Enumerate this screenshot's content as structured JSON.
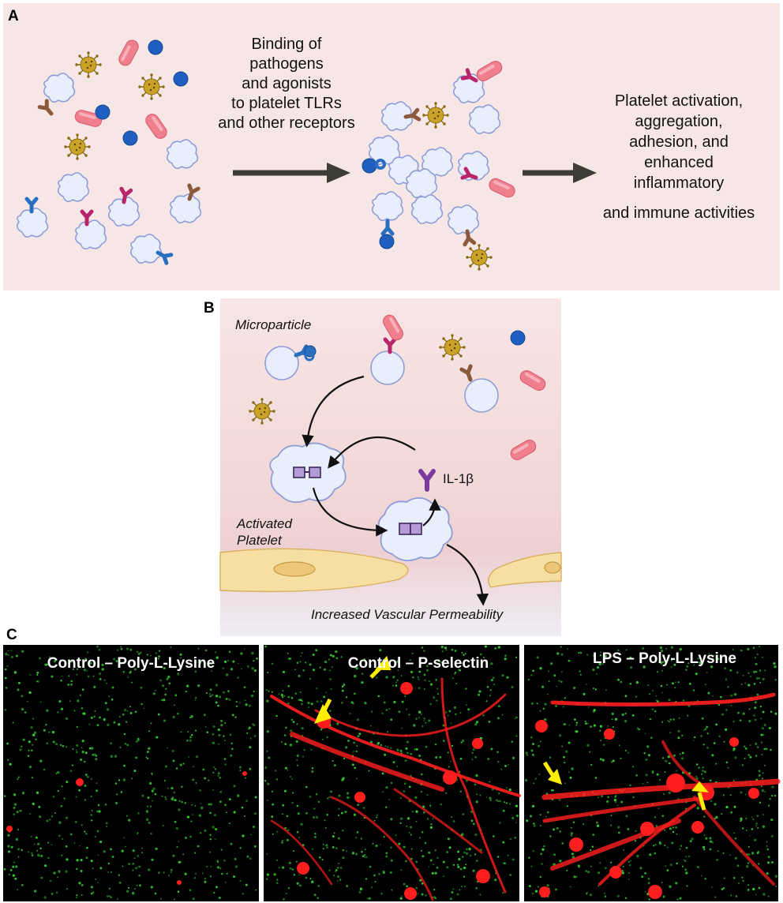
{
  "panels": {
    "a": {
      "label": "A",
      "mid_text": [
        "Binding of",
        "pathogens",
        "and agonists",
        "to platelet TLRs",
        "and other receptors"
      ],
      "right_text": [
        "Platelet activation,",
        "aggregation,",
        "adhesion, and",
        "enhanced",
        "inflammatory",
        "and immune activities"
      ]
    },
    "b": {
      "label": "B",
      "microparticle": "Microparticle",
      "activated": [
        "Activated",
        "Platelet"
      ],
      "il": "IL-1β",
      "permeability": "Increased Vascular Permeability"
    },
    "c": {
      "label": "C",
      "images": [
        {
          "title": "Control – Poly-L-Lysine"
        },
        {
          "title": "Control – P-selectin"
        },
        {
          "title": "LPS – Poly-L-Lysine"
        }
      ]
    }
  },
  "colors": {
    "panel_bg": "#f6e6e6",
    "platelet_fill": "#e9eefc",
    "platelet_stroke": "#8f9ed6",
    "blue_receptor": "#2a6fbf",
    "magenta_receptor": "#b8256a",
    "brown_receptor": "#8b5a3c",
    "virus": "#c9a227",
    "bacteria": "#f07f8e",
    "cocci": "#1f5fc0",
    "arrow_dark": "#3d3d33",
    "micro_red": "#ff1e1e",
    "micro_green": "#39d639",
    "arrow_yellow": "#ffee00"
  }
}
